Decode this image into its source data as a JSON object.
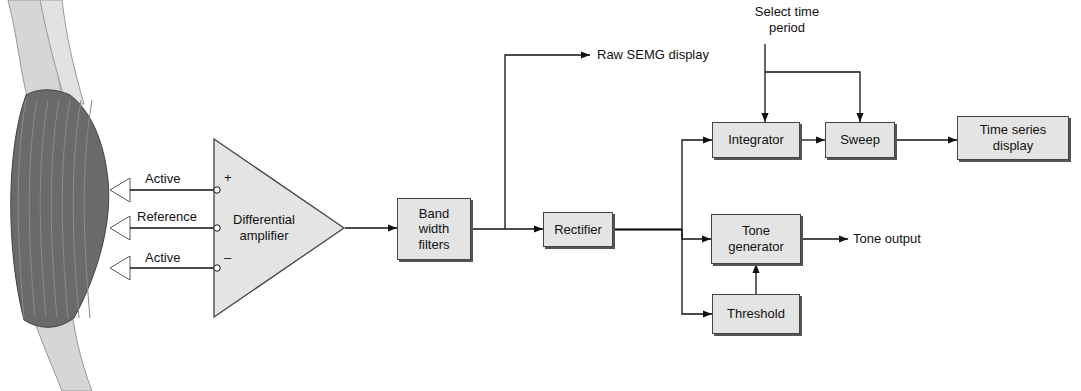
{
  "diagram": {
    "nodes": [
      {
        "text": [
          "Differential amplifier"
        ]
      },
      {
        "text": [
          "Band width filters"
        ]
      },
      {
        "text": [
          "Rectifier"
        ]
      },
      {
        "text": [
          "Integrator"
        ]
      },
      {
        "text": [
          "Sweep"
        ]
      },
      {
        "text": [
          "Time series display"
        ]
      },
      {
        "text": [
          "Tone generator"
        ]
      },
      {
        "text": [
          "Threshold"
        ]
      }
    ],
    "edges": [
      {
        "from": 0,
        "to": 1,
        "arrow": "to"
      },
      {
        "from": 1,
        "to": 2,
        "arrow": "to"
      },
      {
        "from": 2,
        "to": 3,
        "arrow": "to"
      },
      {
        "from": 2,
        "to": 6,
        "arrow": "to"
      },
      {
        "from": 2,
        "to": 7,
        "arrow": "to"
      },
      {
        "from": 3,
        "to": 4,
        "arrow": "to"
      },
      {
        "from": 4,
        "to": 5,
        "arrow": "to"
      },
      {
        "from": 7,
        "to": 6,
        "arrow": "to"
      }
    ],
    "labels": [
      "Raw SEMG display",
      "Select time period",
      "Active",
      "Reference",
      "Active",
      "+",
      "–",
      "Tone output"
    ]
  }
}
